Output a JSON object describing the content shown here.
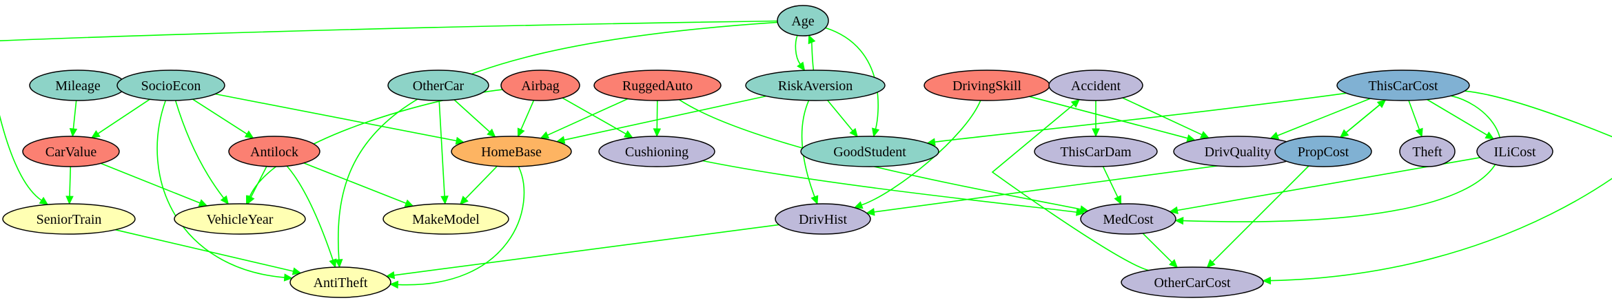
{
  "colors": {
    "edge": "#00ff00",
    "teal": "#8dd3c7",
    "red": "#fb8072",
    "yellow": "#ffffb3",
    "lavender": "#bebada",
    "blue": "#80b1d3",
    "orange": "#fdb462"
  },
  "nodes": {
    "age": {
      "label": "Age",
      "color": "teal"
    },
    "mileage": {
      "label": "Mileage",
      "color": "teal"
    },
    "socioecon": {
      "label": "SocioEcon",
      "color": "teal"
    },
    "othercar": {
      "label": "OtherCar",
      "color": "teal"
    },
    "airbag": {
      "label": "Airbag",
      "color": "red"
    },
    "ruggedauto": {
      "label": "RuggedAuto",
      "color": "red"
    },
    "riskaversion": {
      "label": "RiskAversion",
      "color": "teal"
    },
    "drivingskill": {
      "label": "DrivingSkill",
      "color": "red"
    },
    "accident": {
      "label": "Accident",
      "color": "lavender"
    },
    "thiscarcost": {
      "label": "ThisCarCost",
      "color": "blue"
    },
    "carvalue": {
      "label": "CarValue",
      "color": "red"
    },
    "antilock": {
      "label": "Antilock",
      "color": "red"
    },
    "homebase": {
      "label": "HomeBase",
      "color": "orange"
    },
    "cushioning": {
      "label": "Cushioning",
      "color": "lavender"
    },
    "goodstudent": {
      "label": "GoodStudent",
      "color": "teal"
    },
    "thiscardam": {
      "label": "ThisCarDam",
      "color": "lavender"
    },
    "drivquality": {
      "label": "DrivQuality",
      "color": "lavender"
    },
    "propcost": {
      "label": "PropCost",
      "color": "blue"
    },
    "theft": {
      "label": "Theft",
      "color": "lavender"
    },
    "ilicost": {
      "label": "ILiCost",
      "color": "lavender"
    },
    "seniortrain": {
      "label": "SeniorTrain",
      "color": "yellow"
    },
    "vehicleyear": {
      "label": "VehicleYear",
      "color": "yellow"
    },
    "makemodel": {
      "label": "MakeModel",
      "color": "yellow"
    },
    "drivhist": {
      "label": "DrivHist",
      "color": "lavender"
    },
    "medcost": {
      "label": "MedCost",
      "color": "lavender"
    },
    "antitheft": {
      "label": "AntiTheft",
      "color": "yellow"
    },
    "othercarcost": {
      "label": "OtherCarCost",
      "color": "lavender"
    }
  },
  "edges": [
    [
      "age",
      "riskaversion"
    ],
    [
      "riskaversion",
      "age"
    ],
    [
      "age",
      "seniortrain"
    ],
    [
      "age",
      "antitheft"
    ],
    [
      "age",
      "goodstudent"
    ],
    [
      "mileage",
      "carvalue"
    ],
    [
      "socioecon",
      "carvalue"
    ],
    [
      "socioecon",
      "antilock"
    ],
    [
      "socioecon",
      "vehicleyear"
    ],
    [
      "socioecon",
      "antitheft"
    ],
    [
      "socioecon",
      "homebase"
    ],
    [
      "othercar",
      "homebase"
    ],
    [
      "othercar",
      "makemodel"
    ],
    [
      "airbag",
      "homebase"
    ],
    [
      "airbag",
      "cushioning"
    ],
    [
      "airbag",
      "vehicleyear"
    ],
    [
      "ruggedauto",
      "homebase"
    ],
    [
      "ruggedauto",
      "cushioning"
    ],
    [
      "ruggedauto",
      "medcost"
    ],
    [
      "riskaversion",
      "homebase"
    ],
    [
      "riskaversion",
      "goodstudent"
    ],
    [
      "riskaversion",
      "drivhist"
    ],
    [
      "drivingskill",
      "drivhist"
    ],
    [
      "drivingskill",
      "drivquality"
    ],
    [
      "accident",
      "thiscardam"
    ],
    [
      "accident",
      "drivquality"
    ],
    [
      "thiscarcost",
      "goodstudent"
    ],
    [
      "thiscarcost",
      "drivquality"
    ],
    [
      "thiscarcost",
      "propcost"
    ],
    [
      "propcost",
      "thiscarcost"
    ],
    [
      "thiscarcost",
      "theft"
    ],
    [
      "thiscarcost",
      "ilicost"
    ],
    [
      "thiscarcost",
      "medcost"
    ],
    [
      "thiscarcost",
      "othercarcost"
    ],
    [
      "carvalue",
      "seniortrain"
    ],
    [
      "carvalue",
      "vehicleyear"
    ],
    [
      "antilock",
      "vehicleyear"
    ],
    [
      "antilock",
      "makemodel"
    ],
    [
      "antilock",
      "antitheft"
    ],
    [
      "homebase",
      "makemodel"
    ],
    [
      "homebase",
      "antitheft"
    ],
    [
      "cushioning",
      "medcost"
    ],
    [
      "thiscardam",
      "medcost"
    ],
    [
      "propcost",
      "drivhist"
    ],
    [
      "propcost",
      "othercarcost"
    ],
    [
      "ilicost",
      "medcost"
    ],
    [
      "seniortrain",
      "antitheft"
    ],
    [
      "drivhist",
      "antitheft"
    ],
    [
      "medcost",
      "othercarcost"
    ],
    [
      "othercarcost",
      "accident"
    ]
  ]
}
